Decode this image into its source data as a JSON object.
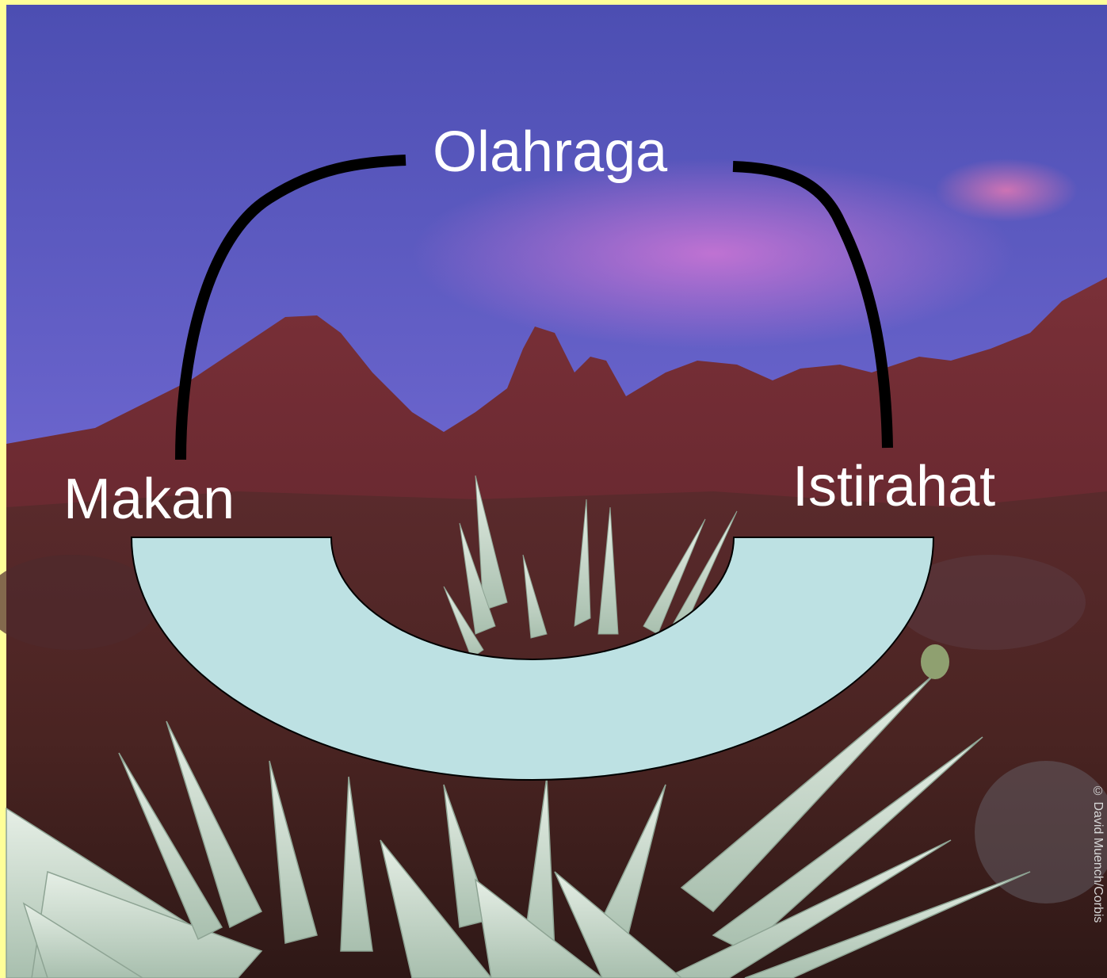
{
  "diagram": {
    "top_label": "Olahraga",
    "left_label": "Makan",
    "right_label": "Istirahat"
  },
  "photo": {
    "credit": "© David Muench/Corbis"
  },
  "colors": {
    "frame": "#ffff99",
    "sky_top": "#4f4fb0",
    "sky_glow": "#c070d8",
    "mountain": "#6e2a2a",
    "agave": "#c6d8cc",
    "bowl_fill": "#bde1e3",
    "arc_stroke": "#000000",
    "label_color": "#ffffff"
  }
}
